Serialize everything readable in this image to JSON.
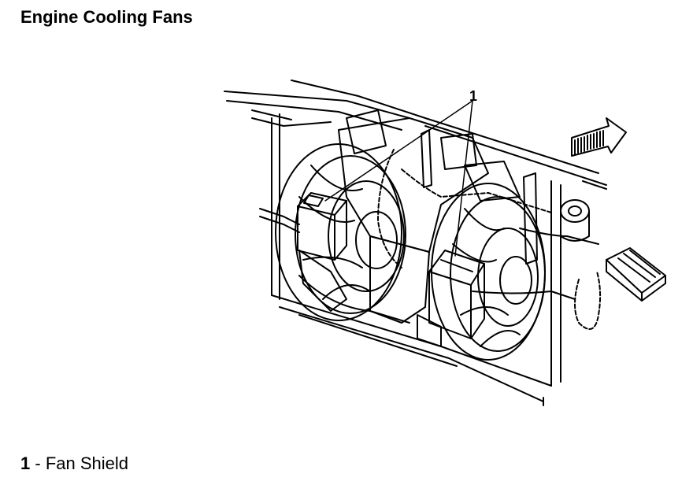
{
  "title": "Engine Cooling Fans",
  "callouts": [
    {
      "number": "1"
    }
  ],
  "legend": [
    {
      "number": "1",
      "separator": " - ",
      "label": "Fan Shield"
    }
  ]
}
